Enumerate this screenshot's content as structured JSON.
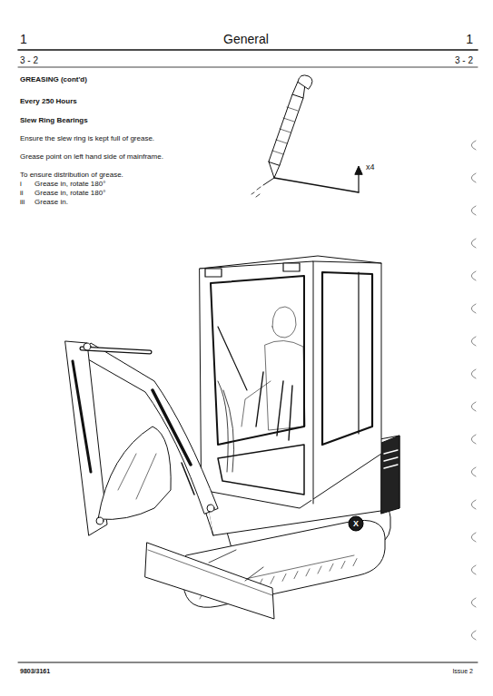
{
  "diagram": {
    "title": "General",
    "nodes": [
      {
        "text": [
          "X"
        ]
      }
    ],
    "labels": [
      "1",
      "1",
      "3 - 2",
      "3 - 2",
      "GREASING (cont'd)",
      "Every 250 Hours",
      "Slew Ring Bearings",
      "Ensure the slew ring is kept full of grease.",
      "Grease point on left hand side of mainframe.",
      "To ensure distribution of grease.",
      "i",
      "Grease in, rotate 180°",
      "ii",
      "Grease in, rotate 180°",
      "iii",
      "Grease in.",
      "x4",
      "9803/3161",
      "Issue 2"
    ]
  }
}
